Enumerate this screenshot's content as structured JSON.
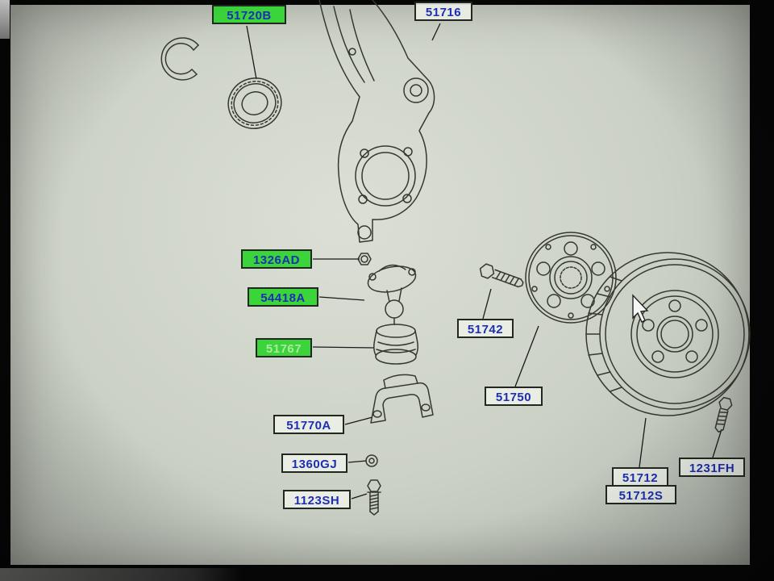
{
  "labels": [
    {
      "part": "51720B",
      "highlighted": true
    },
    {
      "part": "51716",
      "highlighted": false
    },
    {
      "part": "1326AD",
      "highlighted": true
    },
    {
      "part": "54418A",
      "highlighted": true
    },
    {
      "part": "51767",
      "highlighted": true
    },
    {
      "part": "51742",
      "highlighted": false
    },
    {
      "part": "51750",
      "highlighted": false
    },
    {
      "part": "51770A",
      "highlighted": false
    },
    {
      "part": "1360GJ",
      "highlighted": false
    },
    {
      "part": "1123SH",
      "highlighted": false
    },
    {
      "part": "51712",
      "highlighted": false
    },
    {
      "part": "51712S",
      "highlighted": false
    },
    {
      "part": "1231FH",
      "highlighted": false
    }
  ],
  "colors": {
    "label_text": "#1c2fb4",
    "highlight_bg": "#3bd43b",
    "label_border": "#20281f",
    "screen_bg": "#ccd1c6"
  },
  "icons": {
    "cursor": "arrow-pointer"
  }
}
